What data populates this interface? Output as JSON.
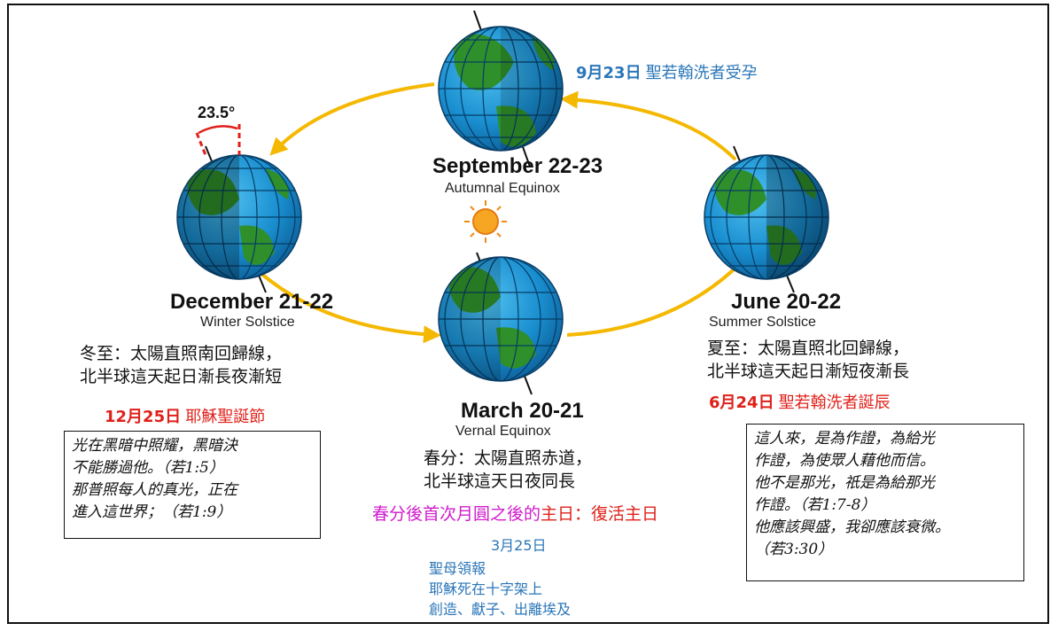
{
  "autumn": {
    "date": "September 22-23",
    "name": "Autumnal Equinox",
    "note_date": "9月23日",
    "note_text": "聖若翰洗者受孕"
  },
  "winter": {
    "date": "December 21-22",
    "name": "Winter Solstice",
    "zh_line1": "冬至：太陽直照南回歸線，",
    "zh_line2": "北半球這天起日漸長夜漸短",
    "feast_date": "12月25日",
    "feast_text": "耶穌聖誕節",
    "quote": [
      "光在黑暗中照耀，黑暗決",
      "不能勝過他。（若1:5）",
      "那普照每人的真光，正在",
      "進入這世界；（若1:9）"
    ]
  },
  "summer": {
    "date": "June 20-22",
    "name": "Summer Solstice",
    "zh_line1": "夏至：太陽直照北回歸線，",
    "zh_line2": "北半球這天起日漸短夜漸長",
    "feast_date": "6月24日",
    "feast_text": "聖若翰洗者誕辰",
    "quote": [
      "這人來，是為作證，為給光",
      "作證，為使眾人藉他而信。",
      "他不是那光，祇是為給那光",
      "作證。（若1:7-8）",
      "他應該興盛，我卻應該衰微。",
      "（若3:30）"
    ]
  },
  "spring": {
    "date": "March 20-21",
    "name": "Vernal Equinox",
    "zh_line1": "春分：太陽直照赤道，",
    "zh_line2": "北半球這天日夜同長",
    "easter_a": "春分後首次月圓之後的",
    "easter_b": "主日：復活主日",
    "feast_date": "3月25日",
    "feast_lines": [
      "聖母領報",
      "耶穌死在十字架上",
      "創造、獻子、出離埃及"
    ]
  },
  "tilt_label": "23.5°",
  "colors": {
    "ocean": "#1a8fd0",
    "land": "#2f8f2a",
    "orbit": "#f5b800",
    "blue_text": "#2a76b8",
    "red_text": "#e0201a",
    "magenta_text": "#d01ccc"
  }
}
